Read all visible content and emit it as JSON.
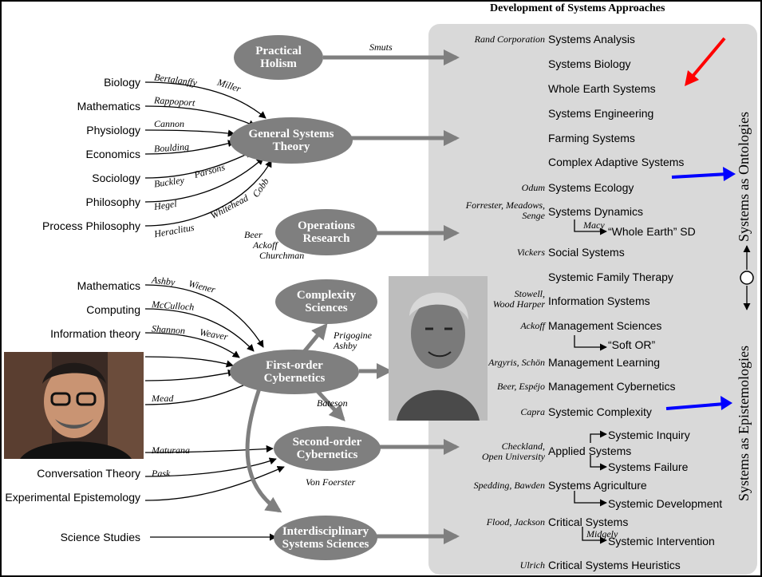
{
  "title": "Development of Systems Approaches",
  "nodes": {
    "practical_holism": "Practical\nHolism",
    "general_systems_theory": "General Systems\nTheory",
    "operations_research": "Operations\nResearch",
    "complexity_sciences": "Complexity\nSciences",
    "first_order_cybernetics": "First-order\nCybernetics",
    "second_order_cybernetics": "Second-order\nCybernetics",
    "interdisciplinary_systems_sciences": "Interdisciplinary\nSystems Sciences"
  },
  "sources": {
    "biology": "Biology",
    "mathematics1": "Mathematics",
    "physiology": "Physiology",
    "economics": "Economics",
    "sociology": "Sociology",
    "philosophy": "Philosophy",
    "process_philosophy": "Process Philosophy",
    "mathematics2": "Mathematics",
    "computing": "Computing",
    "information_theory": "Information theory",
    "conversation_theory": "Conversation Theory",
    "experimental_epistemology": "Experimental Epistemology",
    "science_studies": "Science Studies"
  },
  "people": {
    "smuts": "Smuts",
    "bertalanffy": "Bertalanffy",
    "miller": "Miller",
    "rappoport": "Rappoport",
    "cannon": "Cannon",
    "boulding": "Boulding",
    "buckley": "Buckley",
    "parsons": "Parsons",
    "hegel": "Hegel",
    "heraclitus": "Heraclitus",
    "whitehead": "Whitehead",
    "cobb": "Cobb",
    "beer": "Beer",
    "ackoff": "Ackoff",
    "churchman": "Churchman",
    "ashby": "Ashby",
    "wiener": "Wiener",
    "mcculloch": "McCulloch",
    "shannon": "Shannon",
    "weaver": "Weaver",
    "prigogine": "Prigogine",
    "ashby2": "Ashby",
    "mead": "Mead",
    "bateson": "Bateson",
    "maturana": "Maturana",
    "pask": "Pask",
    "von_foerster": "Von Foerster"
  },
  "panel": {
    "rows": [
      {
        "who": "Rand Corporation",
        "what": "Systems Analysis"
      },
      {
        "who": "",
        "what": "Systems Biology"
      },
      {
        "who": "",
        "what": "Whole Earth Systems"
      },
      {
        "who": "",
        "what": "Systems Engineering"
      },
      {
        "who": "",
        "what": "Farming Systems"
      },
      {
        "who": "",
        "what": "Complex Adaptive Systems"
      },
      {
        "who": "Odum",
        "what": "Systems Ecology"
      },
      {
        "who": "Forrester, Meadows,\nSenge",
        "what": "Systems Dynamics"
      },
      {
        "who": "Vickers",
        "what": "Social Systems"
      },
      {
        "who": "",
        "what": "Systemic Family Therapy"
      },
      {
        "who": "Stowell,\nWood Harper",
        "what": "Information Systems"
      },
      {
        "who": "Ackoff",
        "what": "Management Sciences"
      },
      {
        "who": "Argyris, Schön",
        "what": "Management Learning"
      },
      {
        "who": "Beer, Espéjo",
        "what": "Management Cybernetics"
      },
      {
        "who": "Capra",
        "what": "Systemic Complexity"
      },
      {
        "who": "Checkland,\nOpen University",
        "what": "Applied Systems"
      },
      {
        "who": "Spedding, Bawden",
        "what": "Systems Agriculture"
      },
      {
        "who": "Flood, Jackson",
        "what": "Critical Systems"
      },
      {
        "who": "Ulrich",
        "what": "Critical Systems Heuristics"
      }
    ],
    "macy": "Macy",
    "whole_earth_sd": "“Whole Earth” SD",
    "soft_or": "“Soft OR”",
    "systemic_inquiry": "Systemic Inquiry",
    "systems_failure": "Systems Failure",
    "systemic_development": "Systemic Development",
    "midgely": "Midgely",
    "systemic_intervention": "Systemic Intervention"
  },
  "axis": {
    "ontologies": "Systems as Ontologies",
    "epistemologies": "Systems as Epistemologies"
  },
  "colors": {
    "node_fill": "#7f7f7f",
    "panel_fill": "#d9d9d9",
    "red_arrow": "#ff0000",
    "blue_arrow": "#0000ff"
  },
  "icons": {
    "photo_left": "person-photo",
    "photo_center": "person-photo"
  }
}
